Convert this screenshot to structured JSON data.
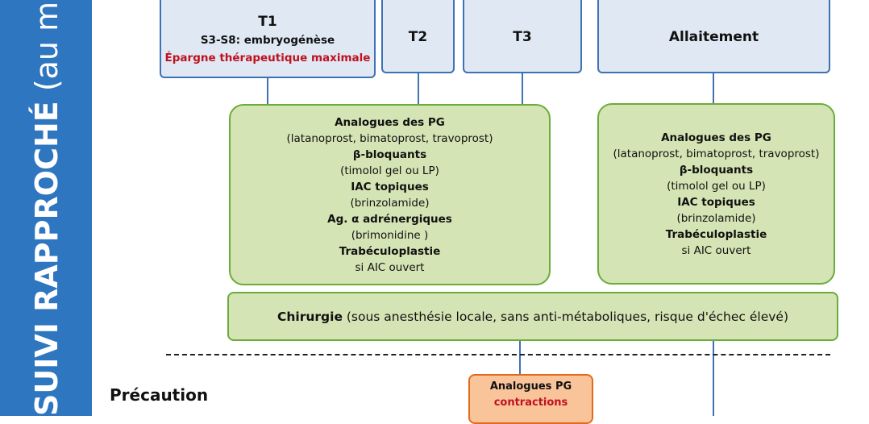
{
  "sidebar": {
    "title_bold": "SUIVI RAPPROCHÉ",
    "title_rest": " (au minimum tri"
  },
  "header": {
    "t1": {
      "label": "T1",
      "subtitle": "S3-S8: embryogénèse",
      "note": "Épargne thérapeutique maximale"
    },
    "t2": {
      "label": "T2"
    },
    "t3": {
      "label": "T3"
    },
    "allaitement": {
      "label": "Allaitement"
    }
  },
  "pregnancy_treatments": [
    {
      "text": "Analogues des PG",
      "bold": true
    },
    {
      "text": "(latanoprost, bimatoprost, travoprost)",
      "bold": false
    },
    {
      "text": "β-bloquants",
      "bold": true
    },
    {
      "text": "(timolol gel ou LP)",
      "bold": false
    },
    {
      "text": "IAC topiques",
      "bold": true
    },
    {
      "text": "(brinzolamide)",
      "bold": false
    },
    {
      "text": "Ag. α adrénergiques",
      "bold": true
    },
    {
      "text": "(brimonidine )",
      "bold": false
    },
    {
      "text": "Trabéculoplastie",
      "bold": true
    },
    {
      "text": "si AIC ouvert",
      "bold": false
    }
  ],
  "breastfeeding_treatments": [
    {
      "text": "Analogues des PG",
      "bold": true
    },
    {
      "text": "(latanoprost, bimatoprost, travoprost)",
      "bold": false
    },
    {
      "text": "β-bloquants",
      "bold": true
    },
    {
      "text": "(timolol gel ou LP)",
      "bold": false
    },
    {
      "text": "IAC topiques",
      "bold": true
    },
    {
      "text": "(brinzolamide)",
      "bold": false
    },
    {
      "text": "Trabéculoplastie",
      "bold": true
    },
    {
      "text": "si AIC ouvert",
      "bold": false
    }
  ],
  "surgery": {
    "label": "Chirurgie",
    "detail": " (sous anesthésie locale, sans anti-métaboliques, risque d'échec élevé)"
  },
  "precaution": {
    "label": "Précaution",
    "analogues_title": "Analogues PG",
    "analogues_note": "contractions"
  }
}
